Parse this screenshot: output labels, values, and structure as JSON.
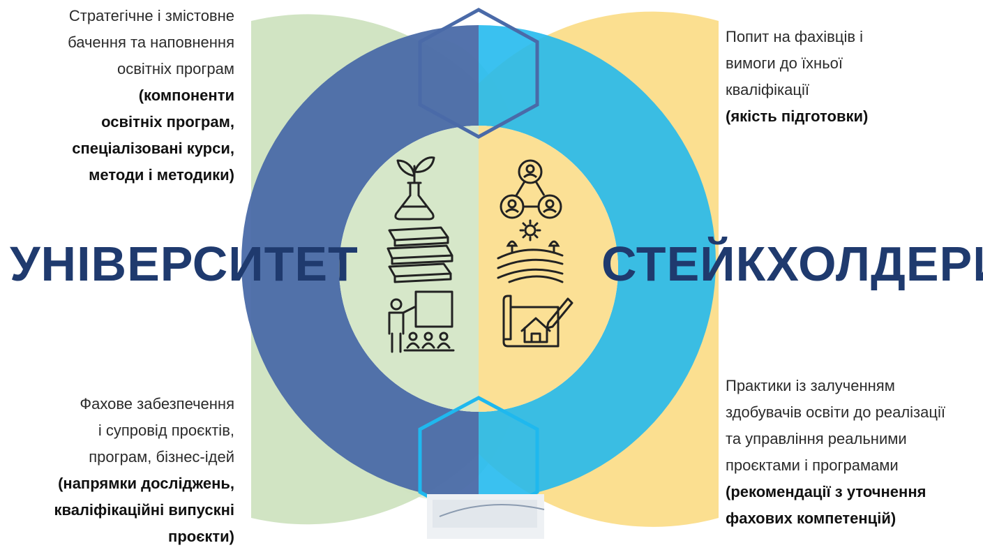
{
  "labels": {
    "university": "УНІВЕРСИТЕТ",
    "stakeholders": "СТЕЙКХОЛДЕРИ"
  },
  "blocks": {
    "top_left": {
      "plain": [
        "Стратегічне і змістовне",
        "бачення та наповнення",
        "освітніх програм"
      ],
      "bold": [
        "(компоненти",
        "освітніх програм,",
        "спеціалізовані курси,",
        "методи і методики)"
      ]
    },
    "bottom_left": {
      "plain": [
        "Фахове забезпечення",
        "і супровід проєктів,",
        "програм, бізнес-ідей"
      ],
      "bold": [
        "(напрямки досліджень,",
        "кваліфікаційні випускні",
        "проєкти)"
      ]
    },
    "top_right": {
      "plain": [
        "Попит на фахівців і",
        "вимоги до їхньої",
        "кваліфікації"
      ],
      "bold": [
        "(якість підготовки)"
      ]
    },
    "bottom_right": {
      "plain": [
        "Практики із залученням",
        "здобувачів освіти до реалізації",
        "та управління реальними",
        "проєктами і програмами"
      ],
      "bold": [
        "(рекомендації з уточнення",
        "фахових компетенцій)"
      ]
    }
  },
  "icons": {
    "left": [
      "plant-flask-icon",
      "books-stack-icon",
      "teacher-board-icon"
    ],
    "right": [
      "people-network-icon",
      "fields-sun-icon",
      "house-blueprint-icon"
    ]
  },
  "colors": {
    "dark_ring": "#4a6aa8",
    "light_ring": "#1fb8ee",
    "green_band": "#cfe3c0",
    "yellow_band": "#fbdd8a",
    "title_navy": "#1f3a6e",
    "hex_outline_top": "#4a6aa8",
    "hex_outline_bottom": "#1fb8ee"
  }
}
